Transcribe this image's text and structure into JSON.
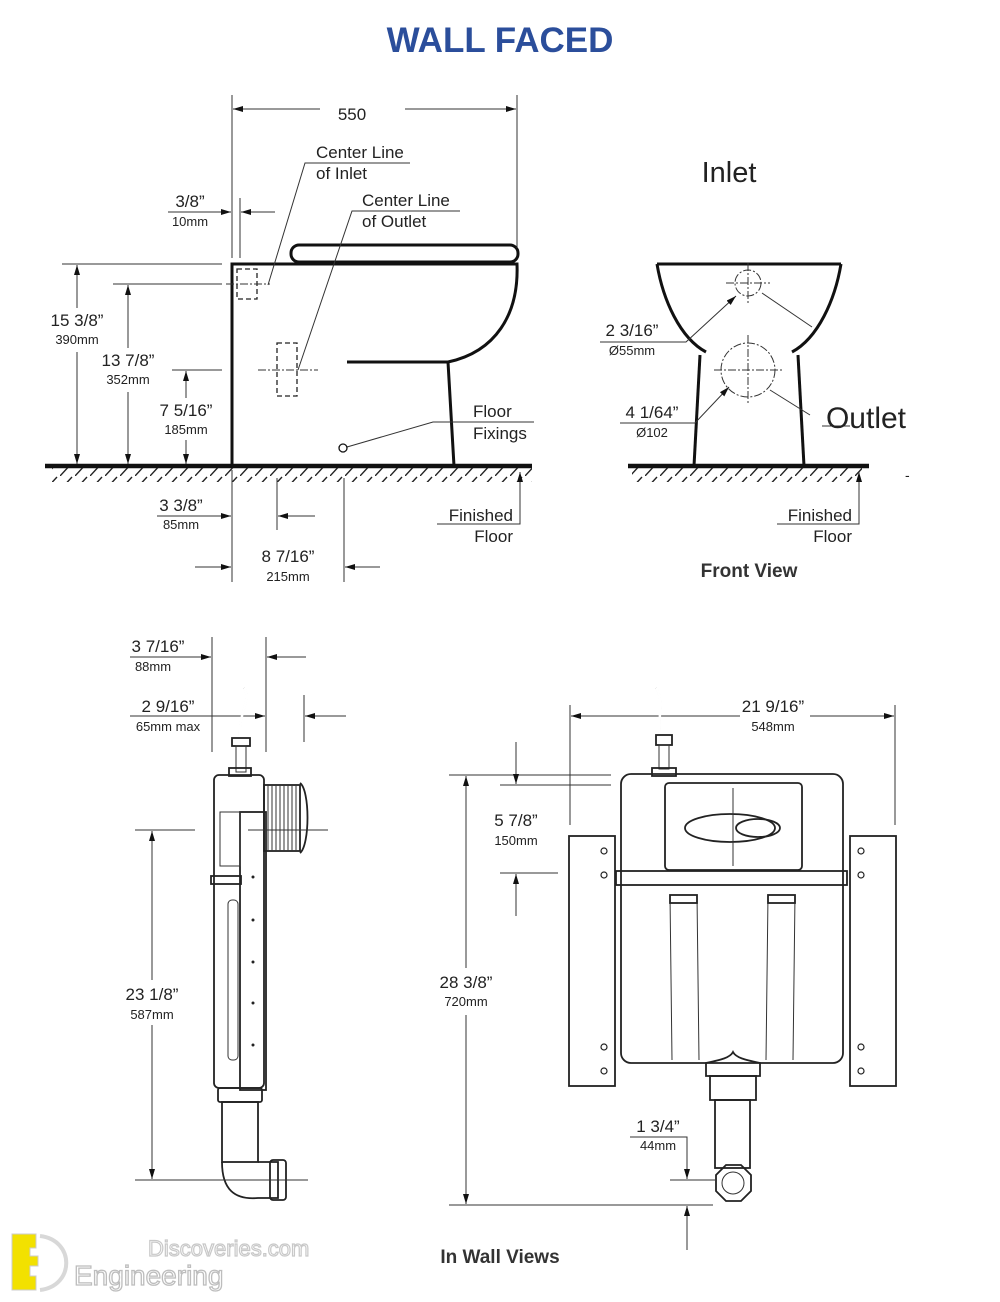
{
  "title": "WALL FACED",
  "colors": {
    "title": "#2b4e9b",
    "logo_yellow": "#f2e100",
    "logo_text": "#dcdcdc"
  },
  "side_view": {
    "overall_width": "550",
    "offset_in": "3/8”",
    "offset_mm": "10mm",
    "center_inlet_1": "Center Line",
    "center_inlet_2": "of Inlet",
    "center_outlet_1": "Center Line",
    "center_outlet_2": "of Outlet",
    "height_total_in": "15 3/8”",
    "height_total_mm": "390mm",
    "height_inlet_in": "13 7/8”",
    "height_inlet_mm": "352mm",
    "height_outlet_in": "7 5/16”",
    "height_outlet_mm": "185mm",
    "floor_fixings_1": "Floor",
    "floor_fixings_2": "Fixings",
    "finished_floor_1": "Finished",
    "finished_floor_2": "Floor",
    "outlet_offset_in": "3 3/8”",
    "outlet_offset_mm": "85mm",
    "fixing_offset_in": "8 7/16”",
    "fixing_offset_mm": "215mm"
  },
  "front_view": {
    "inlet": "Inlet",
    "outlet": "Outlet",
    "inlet_dia_in": "2 3/16”",
    "inlet_dia_mm": "Ø55mm",
    "outlet_dia_in": "4 1/64”",
    "outlet_dia_mm": "Ø102",
    "finished_floor_1": "Finished",
    "finished_floor_2": "Floor",
    "dash": "-",
    "caption": "Front View"
  },
  "in_wall": {
    "depth_in": "3 7/16”",
    "depth_mm": "88mm",
    "flange_in": "2 9/16”",
    "flange_mm": "65mm max",
    "height_in": "23 1/8”",
    "height_mm": "587mm",
    "width_in": "21 9/16”",
    "width_mm": "548mm",
    "top_in": "5 7/8”",
    "top_mm": "150mm",
    "total_in": "28 3/8”",
    "total_mm": "720mm",
    "pipe_in": "1 3/4”",
    "pipe_mm": "44mm",
    "caption": "In Wall Views"
  },
  "logo": {
    "line1": "Discoveries.com",
    "line2": "Engineering"
  }
}
